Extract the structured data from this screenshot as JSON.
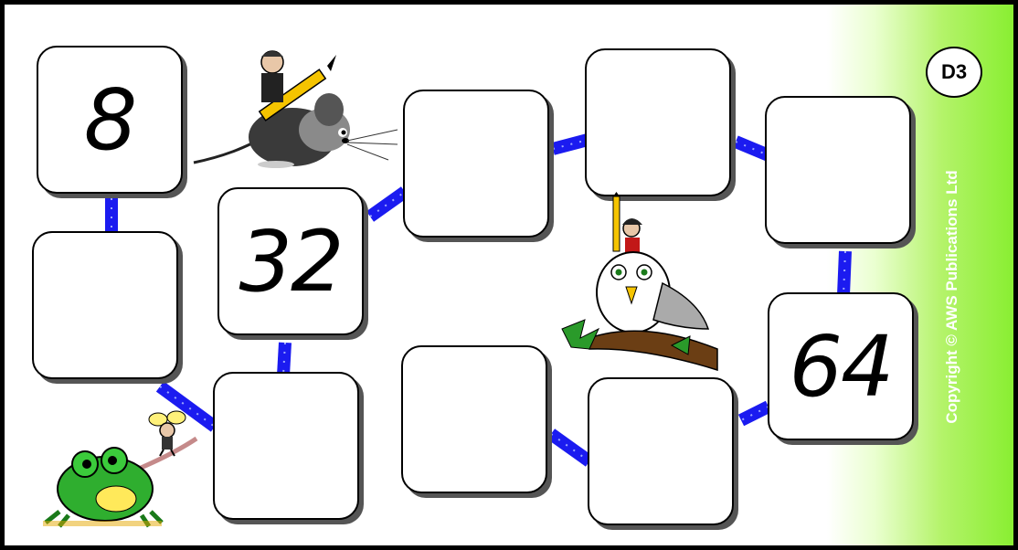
{
  "badge": {
    "label": "D3"
  },
  "copyright": "Copyright © AWS Publications Ltd",
  "boxes": [
    {
      "id": "b1",
      "value": "8"
    },
    {
      "id": "b2",
      "value": ""
    },
    {
      "id": "b3",
      "value": "32"
    },
    {
      "id": "b4",
      "value": ""
    },
    {
      "id": "b5",
      "value": ""
    },
    {
      "id": "b6",
      "value": ""
    },
    {
      "id": "b7",
      "value": ""
    },
    {
      "id": "b8",
      "value": "64"
    },
    {
      "id": "b9",
      "value": ""
    },
    {
      "id": "b10",
      "value": ""
    }
  ],
  "colors": {
    "link": "#1b1bf0",
    "accent_green": "#86ee2e"
  },
  "icons": [
    "mouse-with-pencil-icon",
    "owl-with-pencil-icon",
    "frog-icon",
    "bee-icon"
  ]
}
